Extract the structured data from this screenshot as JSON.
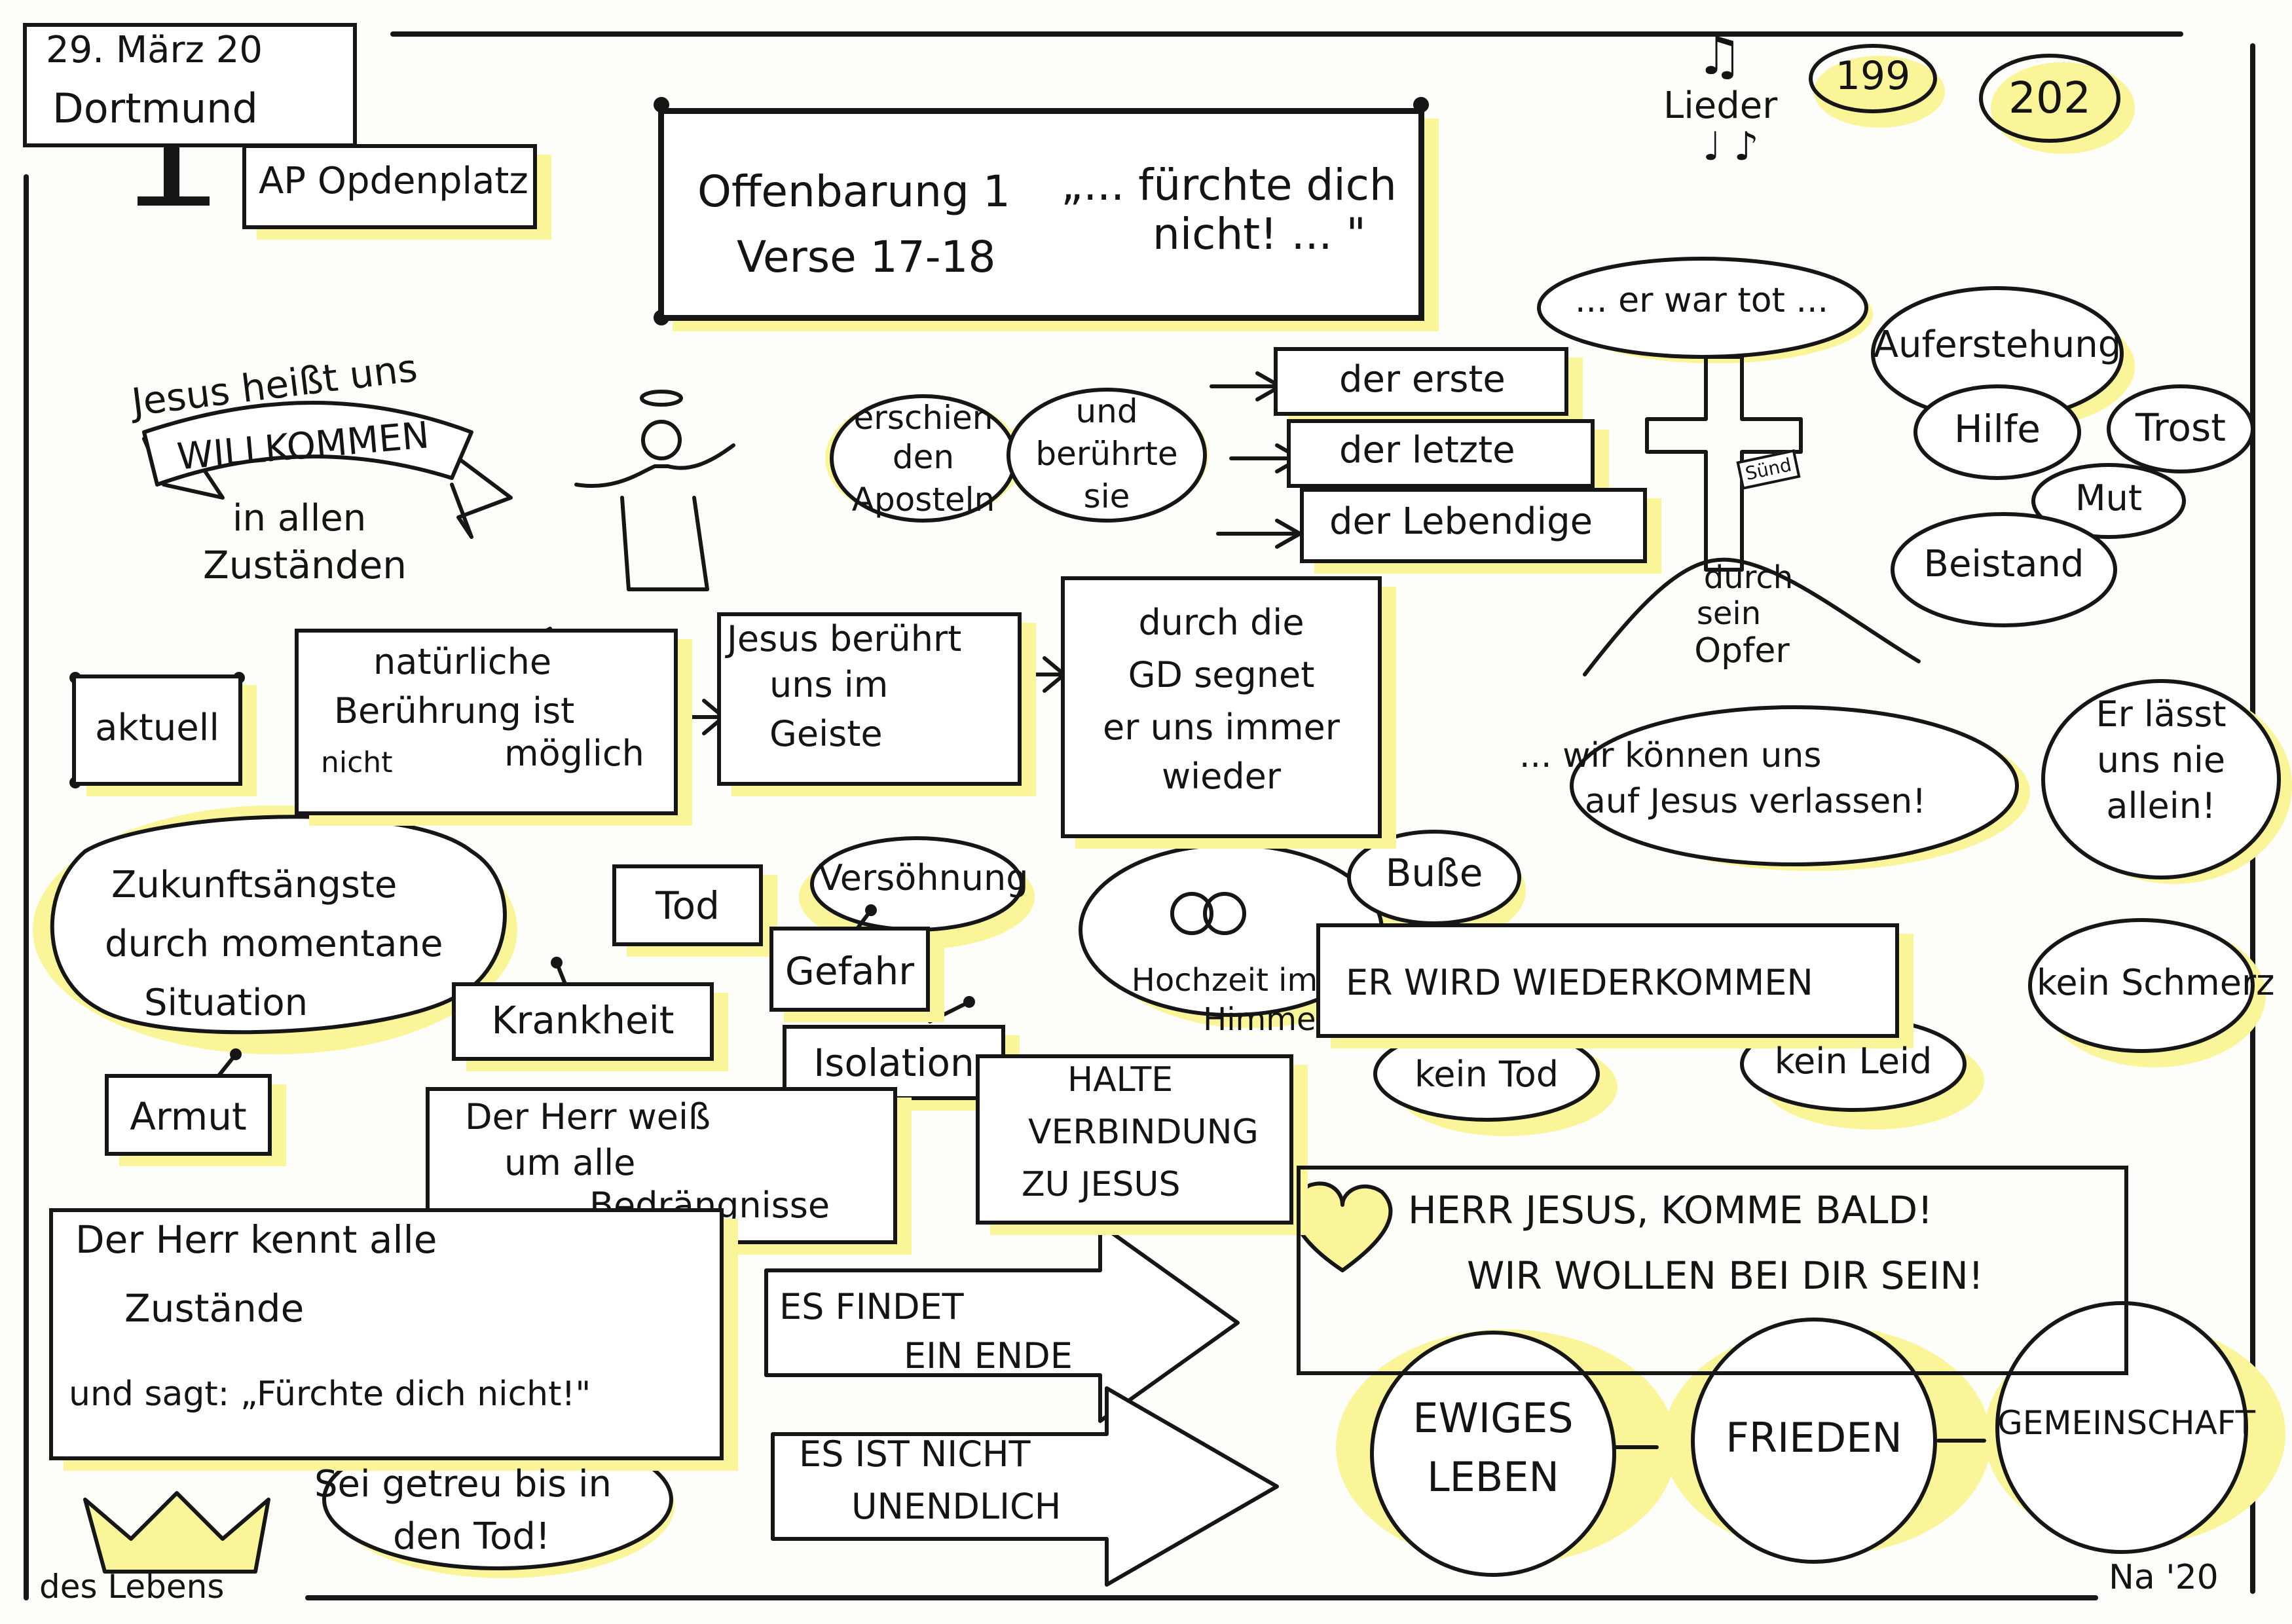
{
  "header": {
    "date": "29. März 20",
    "city": "Dortmund",
    "preacher": "AP Opdenplatz",
    "scripture_line1": "Offenbarung 1",
    "scripture_line2": "Verse 17-18",
    "quote_line1": "„... fürchte dich",
    "quote_line2": "nicht! ... \""
  },
  "songs": {
    "label": "Lieder",
    "song1": "199",
    "song2": "202"
  },
  "welcome": {
    "line1": "Jesus heißt uns",
    "banner": "WILLKOMMEN",
    "line2": "in allen",
    "line3": "Zuständen"
  },
  "appearance": {
    "cloud1": [
      "erschien",
      "den",
      "Aposteln"
    ],
    "cloud2": [
      "und",
      "berührte",
      "sie"
    ],
    "first": "der erste",
    "last": "der letzte",
    "living": "der Lebendige"
  },
  "cross": {
    "was_dead": "... er war tot ...",
    "sign": "Sünd",
    "sacrifice": [
      "durch",
      "sein",
      "Opfer"
    ]
  },
  "resurrection": {
    "main": "Auferstehung",
    "help": "Hilfe",
    "comfort": "Trost",
    "courage": "Mut",
    "support": "Beistand"
  },
  "current": {
    "label": "aktuell",
    "no_touch": [
      "natürliche",
      "Berührung ist",
      "nicht",
      "möglich"
    ],
    "spirit": [
      "Jesus berührt",
      "uns im",
      "Geiste"
    ],
    "blessing": [
      "durch die",
      "GD segnet",
      "er uns immer",
      "wieder"
    ]
  },
  "trust": {
    "rely": [
      "... wir können uns",
      "auf Jesus verlassen!"
    ],
    "never_alone": [
      "Er lässt",
      "uns nie",
      "allein!"
    ]
  },
  "fears": {
    "cloud": [
      "Zukunftsängste",
      "durch momentane",
      "Situation"
    ],
    "death": "Tod",
    "illness": "Krankheit",
    "poverty": "Armut",
    "danger": "Gefahr",
    "isolation": "Isolation",
    "reconciliation": "Versöhnung"
  },
  "return": {
    "repentance": "Buße",
    "wedding": [
      "Hochzeit im",
      "Himmel"
    ],
    "coming_again": "ER WIRD WIEDERKOMMEN",
    "no_pain": "kein Schmerz",
    "no_death": "kein Tod",
    "no_sorrow": "kein Leid",
    "connection": [
      "HALTE",
      "VERBINDUNG",
      "ZU JESUS"
    ],
    "prayer": [
      "HERR JESUS, KOMME BALD!",
      "WIR WOLLEN BEI DIR SEIN!"
    ]
  },
  "knowledge": {
    "afflictions": [
      "Der Herr weiß",
      "um alle",
      "Bedrängnisse"
    ],
    "conditions": [
      "Der Herr kennt alle",
      "Zustände",
      "und sagt: „Fürchte dich nicht!\""
    ]
  },
  "end": {
    "ends": [
      "ES FINDET",
      "EIN ENDE"
    ],
    "not_infinite": [
      "ES IST NICHT",
      "UNENDLICH"
    ]
  },
  "faithful": {
    "crown_label": "des Lebens",
    "cloud": [
      "Sei getreu bis in",
      "den Tod!"
    ]
  },
  "promise": {
    "eternal": [
      "EWIGES",
      "LEBEN"
    ],
    "peace": "FRIEDEN",
    "fellowship": "GEMEINSCHAFT"
  },
  "signature": "Na '20",
  "colors": {
    "highlight": "#fbf59a",
    "ink": "#161616",
    "paper": "#fdfdf9"
  }
}
